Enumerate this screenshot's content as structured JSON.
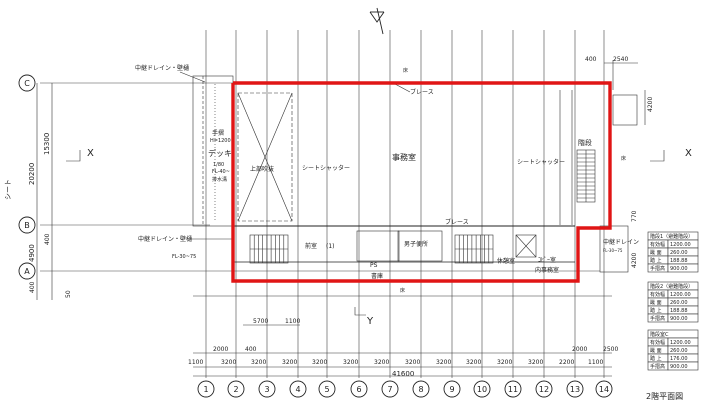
{
  "plan_title": "2階平面図",
  "grid_rows": [
    "C",
    "B",
    "A"
  ],
  "grid_cols": [
    "1",
    "2",
    "3",
    "4",
    "5",
    "6",
    "7",
    "8",
    "9",
    "10",
    "11",
    "12",
    "13",
    "14"
  ],
  "bottom_dims": [
    "1100",
    "3200",
    "3200",
    "3200",
    "3200",
    "3200",
    "3200",
    "3200",
    "3200",
    "3200",
    "3200",
    "3200",
    "2200",
    "1100"
  ],
  "bottom_total": "41600",
  "bottom_sub_dims": [
    "2000",
    "400",
    "2000",
    "2500"
  ],
  "bottom_sub_dims2": [
    "5700",
    "1100"
  ],
  "left_dims": [
    "15300",
    "20200",
    "400",
    "4900",
    "400"
  ],
  "top_right_dims": [
    "400",
    "2540"
  ],
  "right_dims": [
    "4200",
    "770",
    "4200"
  ],
  "labels": {
    "drain_top": "中継ドレイン・壁樋",
    "drain_mid": "中継ドレイン・壁樋",
    "drain_right": "中継ドレイン",
    "brace_top": "ブレース",
    "brace_mid": "ブレース",
    "office": "事務室",
    "sheet_shutter_1": "シートシャッター",
    "sheet_shutter_2": "シートシャッター",
    "stairs": "階段",
    "deck": "デッキ",
    "handrail": "手摺",
    "handrail_h": "H=1200",
    "slope": "1/80",
    "fl_deck": "FL-40~",
    "drain_gutter": "排水溝",
    "upper_well": "上部吹抜",
    "front_room": "前室",
    "sheet": "シート",
    "storage": "書庫",
    "ps": "PS",
    "mens_wc": "男子便所",
    "rest_room": "休憩室",
    "copy_room": "ｺﾋﾟｰ室",
    "inner_office": "内事務室",
    "fl_30": "FL-30~75",
    "fl_right": "FL-30~75",
    "floor_mark": "床",
    "axis_x": "X",
    "axis_y": "Y",
    "slab_note": "(1)"
  },
  "tables": [
    {
      "title": "階段1（避難階段）",
      "rows": [
        [
          "有効幅",
          "1200.00"
        ],
        [
          "蹴 面",
          "260.00"
        ],
        [
          "踏 上",
          "188.88"
        ],
        [
          "手摺高",
          "900.00"
        ]
      ]
    },
    {
      "title": "階段2（避難階段）",
      "rows": [
        [
          "有効幅",
          "1200.00"
        ],
        [
          "蹴 面",
          "260.00"
        ],
        [
          "踏 上",
          "188.88"
        ],
        [
          "手摺高",
          "900.00"
        ]
      ]
    },
    {
      "title": "階段室C",
      "rows": [
        [
          "有効幅",
          "1200.00"
        ],
        [
          "蹴 面",
          "260.00"
        ],
        [
          "踏 上",
          "176.00"
        ],
        [
          "手摺高",
          "900.00"
        ]
      ]
    }
  ],
  "colors": {
    "outline": "#e01515",
    "lines": "#222222"
  }
}
